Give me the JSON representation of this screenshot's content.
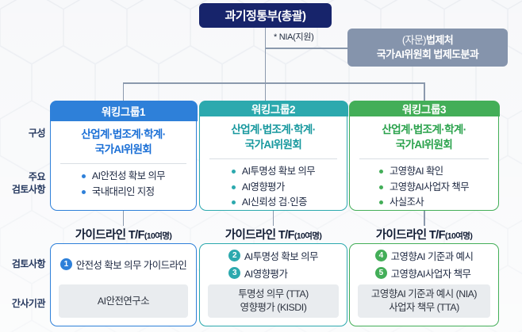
{
  "palette": {
    "navy": "#17246b",
    "advisory_bg": "#8594ac",
    "connector_line": "#8b99ad",
    "group1_blue": "#2e80d9",
    "group1_text": "#1a6fd6",
    "group2_teal": "#2ca9ae",
    "group2_text": "#17989e",
    "group3_green": "#43ae58",
    "group3_text": "#2aa24c",
    "org_box_bg": "#e9ecef"
  },
  "header": {
    "ministry": "과기정통부(총괄)",
    "support_note": "* NIA(지원)",
    "advisory": {
      "prefix": "(자문)",
      "name": "법제처",
      "line2": "국가AI위원회 법제도분과"
    }
  },
  "row_labels": {
    "composition": "구성",
    "main_review_line1": "주요",
    "main_review_line2": "검토사항",
    "review": "검토사항",
    "secretariat": "간사기관"
  },
  "groups": [
    {
      "title": "워킹그룹1",
      "comp_line1": "산업계·법조계·학계·",
      "comp_line2": "국가AI위원회",
      "review_items": [
        "AI안전성 확보 의무",
        "국내대리인 지정"
      ],
      "tf_label": "가이드라인 T/F",
      "tf_note": "(10여명)",
      "tasks": [
        {
          "num": "1",
          "text": "안전성 확보 의무 가이드라인"
        }
      ],
      "org_line1": "AI안전연구소",
      "org_line2": ""
    },
    {
      "title": "워킹그룹2",
      "comp_line1": "산업계·법조계·학계·",
      "comp_line2": "국가AI위원회",
      "review_items": [
        "AI투명성 확보 의무",
        "AI영향평가",
        "AI신뢰성 검·인증"
      ],
      "tf_label": "가이드라인 T/F",
      "tf_note": "(10여명)",
      "tasks": [
        {
          "num": "2",
          "text": "AI투명성 확보 의무"
        },
        {
          "num": "3",
          "text": "AI영향평가"
        }
      ],
      "org_line1": "투명성 의무 (TTA)",
      "org_line2": "영향평가 (KISDI)"
    },
    {
      "title": "워킹그룹3",
      "comp_line1": "산업계·법조계·학계·",
      "comp_line2": "국가AI위원회",
      "review_items": [
        "고영향AI 확인",
        "고영향AI사업자 책무",
        "사실조사"
      ],
      "tf_label": "가이드라인 T/F",
      "tf_note": "(10여명)",
      "tasks": [
        {
          "num": "4",
          "text": "고영향AI 기준과 예시"
        },
        {
          "num": "5",
          "text": "고영향AI사업자 책무"
        }
      ],
      "org_line1": "고영향AI 기준과 예시 (NIA)",
      "org_line2": "사업자 책무 (TTA)"
    }
  ]
}
